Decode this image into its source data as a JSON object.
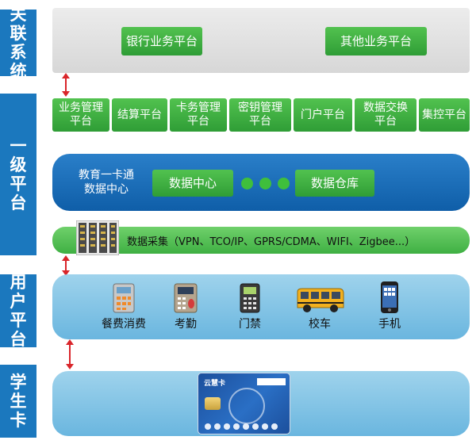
{
  "sections": {
    "related": [
      "关",
      "联",
      "系",
      "统"
    ],
    "level1": [
      "一",
      "级",
      "平",
      "台"
    ],
    "user": [
      "用",
      "户",
      "平",
      "台"
    ],
    "card": [
      "学",
      "生",
      "卡"
    ]
  },
  "related_systems": {
    "bank": "银行业务平台",
    "other": "其他业务平台"
  },
  "platforms": [
    [
      "业务管理",
      "平台"
    ],
    [
      "结算平台"
    ],
    [
      "卡务管理",
      "平台"
    ],
    [
      "密钥管理",
      "平台"
    ],
    [
      "门户平台"
    ],
    [
      "数据交换",
      "平台"
    ],
    [
      "集控平台"
    ]
  ],
  "edu": {
    "title_line1": "教育一卡通",
    "title_line2": "数据中心",
    "data_center": "数据中心",
    "data_warehouse": "数据仓库"
  },
  "collection": "数据采集（VPN、TCO/IP、GPRS/CDMA、WIFI、Zigbee...）",
  "devices": [
    {
      "label": "餐费消费",
      "icon": "pos-terminal-icon"
    },
    {
      "label": "考勤",
      "icon": "attendance-machine-icon"
    },
    {
      "label": "门禁",
      "icon": "access-control-icon"
    },
    {
      "label": "校车",
      "icon": "school-bus-icon"
    },
    {
      "label": "手机",
      "icon": "mobile-phone-icon"
    }
  ],
  "student_card": {
    "title": "云慧卡"
  },
  "colors": {
    "label_blue": "#1b78be",
    "green": "#3fb043",
    "dark_blue": "#0f5ea8",
    "light_blue": "#8ac8e8",
    "arrow_red": "#d9252a"
  }
}
